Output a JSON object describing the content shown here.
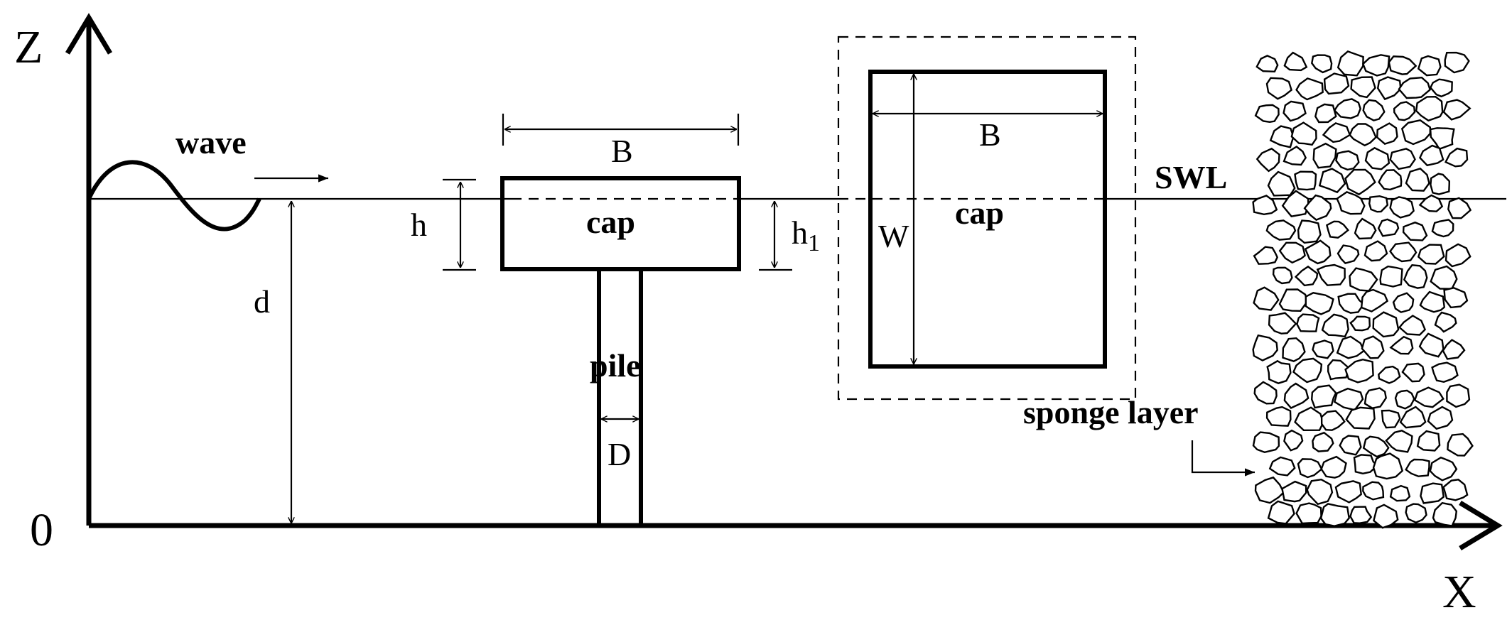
{
  "axes": {
    "z_label": "Z",
    "x_label": "X",
    "origin_label": "0"
  },
  "labels": {
    "wave": "wave",
    "swl": "SWL",
    "d": "d",
    "h": "h",
    "h1_main": "h",
    "h1_sub": "1",
    "cap_side": "cap",
    "cap_top": "cap",
    "b_side": "B",
    "b_top": "B",
    "w": "W",
    "pile": "pile",
    "pile_d": "D",
    "sponge_layer": "sponge layer"
  }
}
